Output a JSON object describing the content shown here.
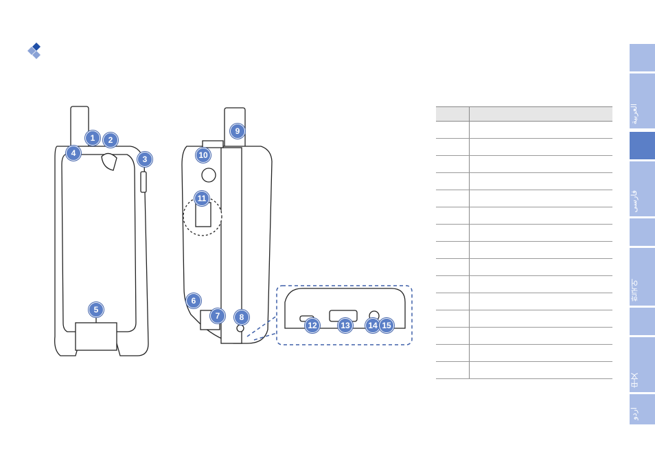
{
  "figure": {
    "callouts": [
      "1",
      "2",
      "3",
      "4",
      "5",
      "6",
      "7",
      "8",
      "9",
      "10",
      "11",
      "12",
      "13",
      "14",
      "15"
    ]
  },
  "table": {
    "headers": [
      "",
      ""
    ],
    "rows": [
      [
        "",
        ""
      ],
      [
        "",
        ""
      ],
      [
        "",
        ""
      ],
      [
        "",
        ""
      ],
      [
        "",
        ""
      ],
      [
        "",
        ""
      ],
      [
        "",
        ""
      ],
      [
        "",
        ""
      ],
      [
        "",
        ""
      ],
      [
        "",
        ""
      ],
      [
        "",
        ""
      ],
      [
        "",
        ""
      ],
      [
        "",
        ""
      ],
      [
        "",
        ""
      ],
      [
        "",
        ""
      ]
    ]
  },
  "sidebar": {
    "tabs": [
      {
        "label": "",
        "active": false
      },
      {
        "label": "العربية",
        "active": false
      },
      {
        "label": "",
        "active": false
      },
      {
        "label": "",
        "active": true
      },
      {
        "label": "فارسی",
        "active": false
      },
      {
        "label": "",
        "active": false
      },
      {
        "label": "",
        "active": false
      },
      {
        "label": "한국어",
        "active": false
      },
      {
        "label": "",
        "active": false
      },
      {
        "label": "中文",
        "active": false
      },
      {
        "label": "اردو",
        "active": false
      }
    ]
  },
  "colors": {
    "accent": "#5b7fc7",
    "tab": "#a9bce6",
    "diamond_dark": "#1f4fa8",
    "diamond_light": "#8aa2d6"
  }
}
